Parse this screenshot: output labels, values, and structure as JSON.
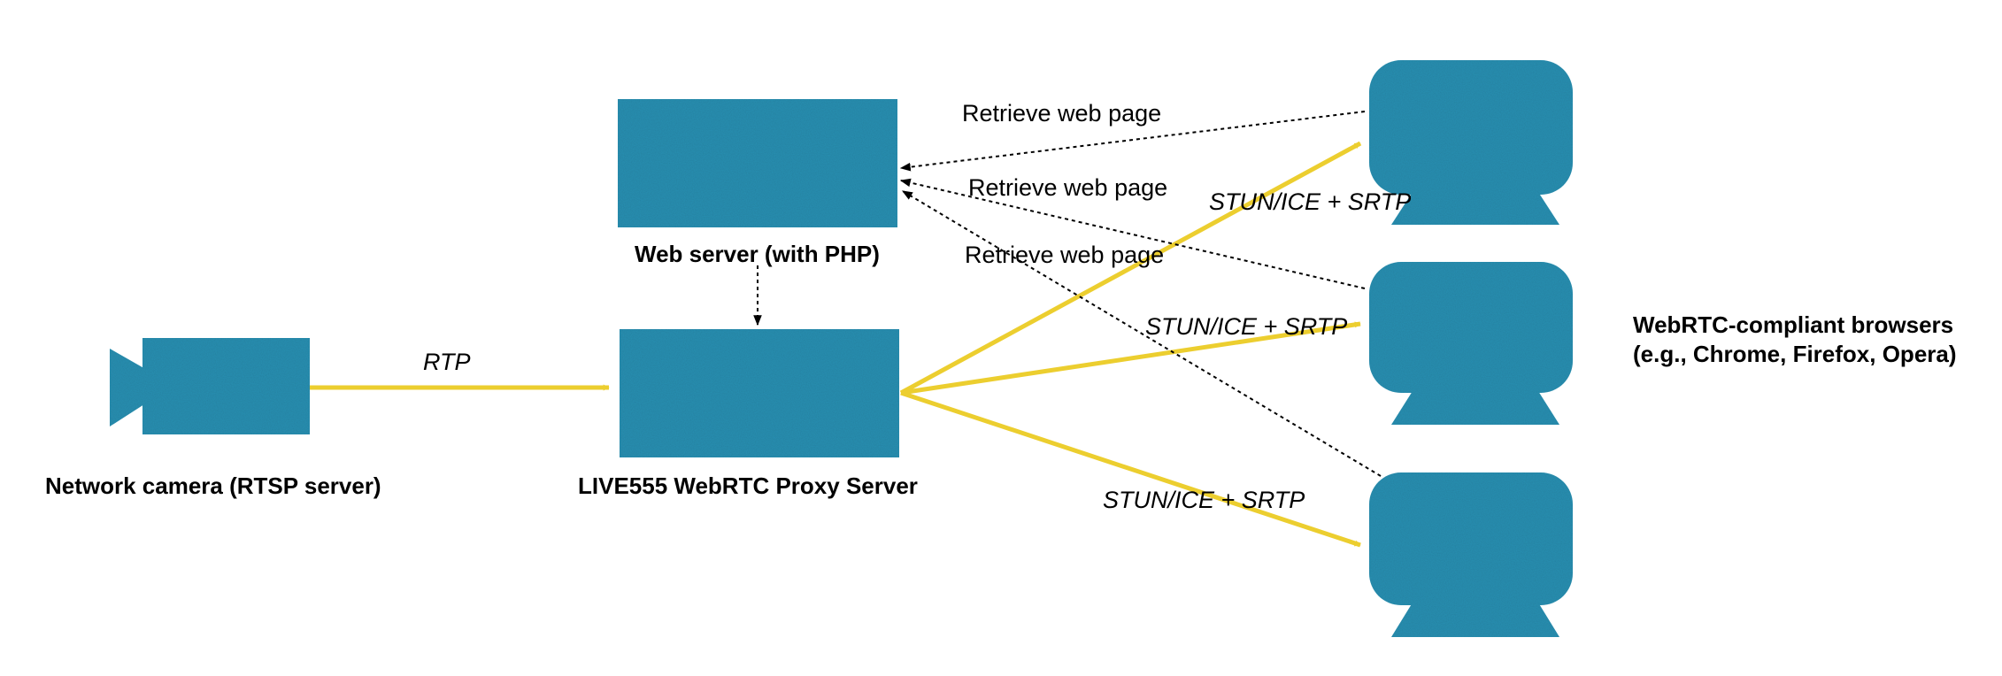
{
  "colors": {
    "node_fill": "#2b91b3",
    "media_arrow": "#ecce2f",
    "request_arrow": "#000000",
    "background": "#ffffff"
  },
  "nodes": {
    "camera": {
      "icon": "video-camera-icon",
      "label": "Network camera (RTSP server)"
    },
    "proxy": {
      "icon": "server-box",
      "label": "LIVE555 WebRTC Proxy Server"
    },
    "web_server": {
      "icon": "server-box",
      "label": "Web server (with PHP)"
    },
    "browsers": {
      "icon": "monitor-icon",
      "count": 3,
      "label_line1": "WebRTC-compliant browsers",
      "label_line2": "(e.g., Chrome, Firefox, Opera)"
    }
  },
  "edges": {
    "rtp": {
      "from": "camera",
      "to": "proxy",
      "label": "RTP"
    },
    "srtp": [
      {
        "from": "proxy",
        "to": "browser-1",
        "label": "STUN/ICE + SRTP"
      },
      {
        "from": "proxy",
        "to": "browser-2",
        "label": "STUN/ICE + SRTP"
      },
      {
        "from": "proxy",
        "to": "browser-3",
        "label": "STUN/ICE + SRTP"
      }
    ],
    "retrieve": [
      {
        "from": "browser-1",
        "to": "web_server",
        "label": "Retrieve web page"
      },
      {
        "from": "browser-2",
        "to": "web_server",
        "label": "Retrieve web page"
      },
      {
        "from": "browser-3",
        "to": "web_server",
        "label": "Retrieve web page"
      }
    ],
    "web_to_proxy": {
      "from": "web_server",
      "to": "proxy"
    }
  }
}
